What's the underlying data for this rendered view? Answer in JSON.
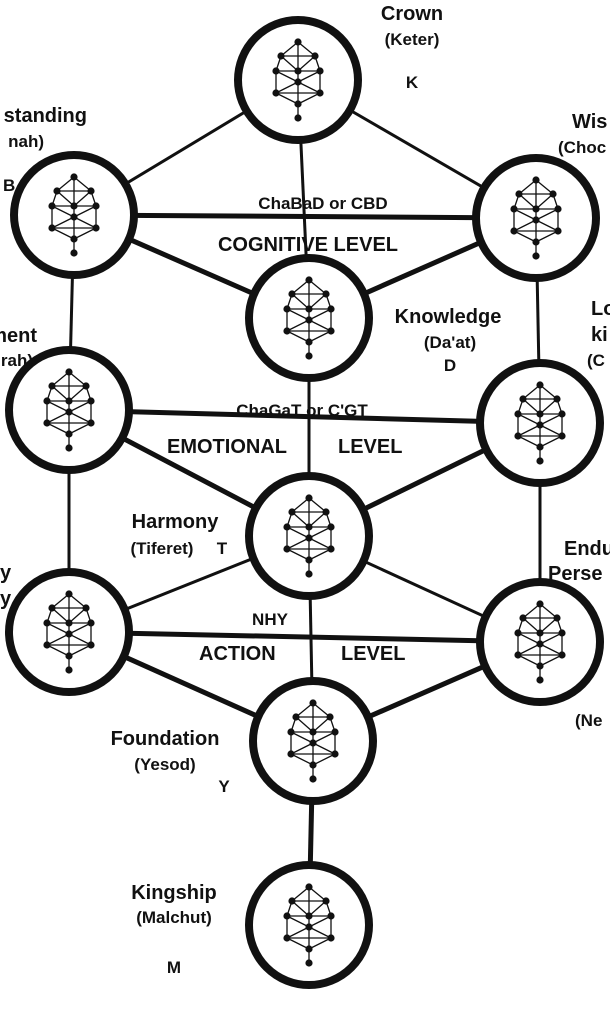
{
  "sefirot": [
    {
      "id": "crown",
      "name": "Crown",
      "hebrew": "(Keter)",
      "letter": "K"
    },
    {
      "id": "understanding",
      "name": "standing",
      "hebrew": "nah)",
      "letter": "B"
    },
    {
      "id": "wisdom",
      "name": "Wis",
      "hebrew": "(Choc",
      "letter": ""
    },
    {
      "id": "knowledge",
      "name": "Knowledge",
      "hebrew": "(Da'at)",
      "letter": "D"
    },
    {
      "id": "judgement",
      "name": "ment",
      "hebrew": "rah)",
      "letter": ""
    },
    {
      "id": "lovingkindness",
      "name": "Lo",
      "name2": "ki",
      "hebrew": "(C",
      "letter": ""
    },
    {
      "id": "harmony",
      "name": "Harmony",
      "hebrew": "(Tiferet)",
      "letter": "T"
    },
    {
      "id": "splendor",
      "name": "y",
      "hebrew": "y",
      "letter": ""
    },
    {
      "id": "endurance",
      "name": "Endu",
      "hebrew": "Perse",
      "letter": ""
    },
    {
      "id": "foundation",
      "name": "Foundation",
      "hebrew": "(Yesod)",
      "letter": "Y"
    },
    {
      "id": "kingship",
      "name": "Kingship",
      "hebrew": "(Malchut)",
      "letter": "M"
    }
  ],
  "labels": {
    "netzach_fragment": "(Ne",
    "chabad": "ChaBaD or CBD",
    "cognitive_level": "COGNITIVE LEVEL",
    "chagat": "ChaGaT or C'GT",
    "emotional": "EMOTIONAL",
    "emotional_level": "LEVEL",
    "nhy": "NHY",
    "action": "ACTION",
    "action_level": "LEVEL"
  }
}
